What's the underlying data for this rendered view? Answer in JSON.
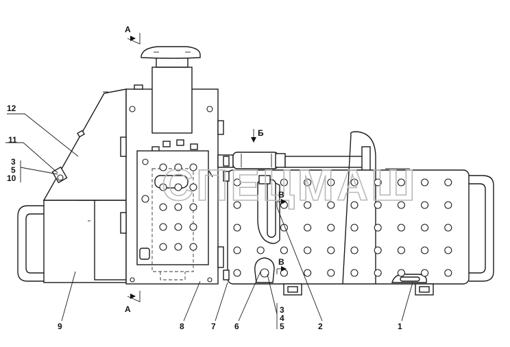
{
  "watermark": "СПЕЦМАШ",
  "section_marks": {
    "a_top": "А",
    "a_bottom": "А",
    "b": "Б",
    "v_upper": "В",
    "v_lower": "В"
  },
  "callouts": {
    "c1": "1",
    "c2": "2",
    "c6": "6",
    "c7": "7",
    "c8": "8",
    "c9": "9",
    "c11": "11",
    "c12": "12",
    "stack_left": [
      "3",
      "5",
      "10"
    ],
    "stack_bottom": [
      "3",
      "4",
      "5"
    ]
  }
}
